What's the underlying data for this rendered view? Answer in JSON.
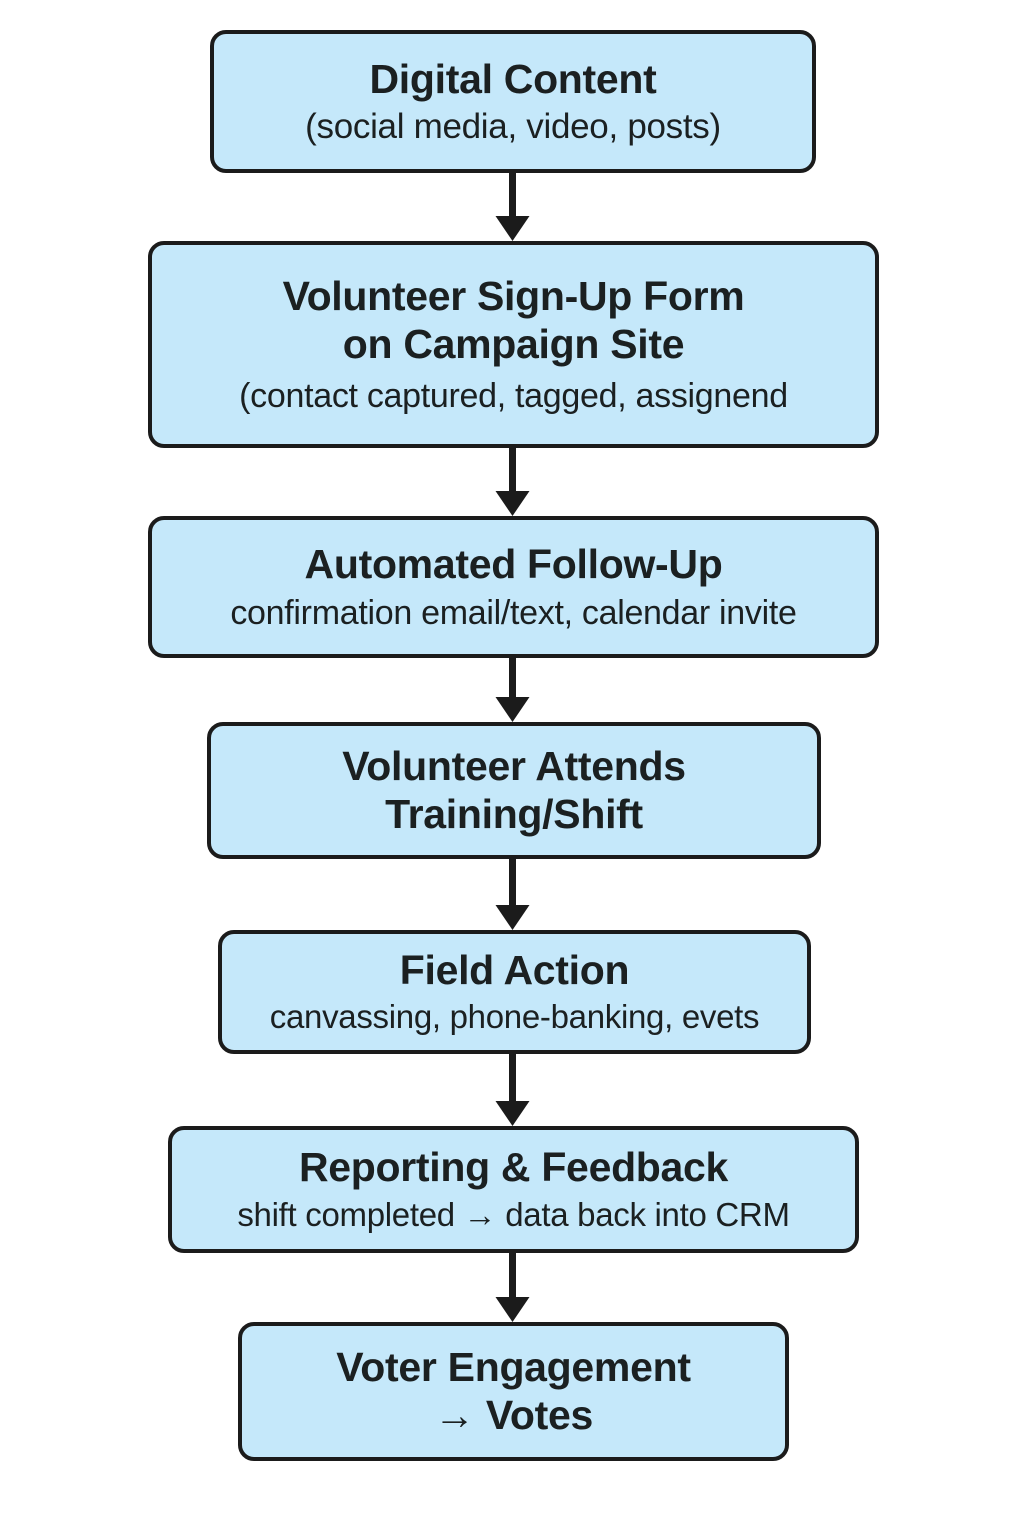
{
  "diagram": {
    "type": "flowchart",
    "orientation": "top-to-bottom",
    "colors": {
      "node_fill": "#c5e8fa",
      "node_border": "#1b1b1b",
      "text": "#1b2021",
      "connector": "#1b1b1b",
      "background": "#ffffff"
    },
    "nodes": [
      {
        "id": "digital-content",
        "title": "Digital Content",
        "subtitle": "(social media, video, posts)"
      },
      {
        "id": "volunteer-sign-up-form",
        "title": "Volunteer Sign-Up Form",
        "title_line2": "on Campaign  Site",
        "subtitle": "(contact captured, tagged, assignend"
      },
      {
        "id": "automated-follow-up",
        "title": "Automated Follow-Up",
        "subtitle": "confirmation email/text, calendar invite"
      },
      {
        "id": "volunteer-attends-training",
        "title": "Volunteer Attends",
        "title_line2": "Training/Shift"
      },
      {
        "id": "field-action",
        "title": "Field Action",
        "subtitle": "canvassing, phone-banking, evets"
      },
      {
        "id": "reporting-feedback",
        "title": "Reporting & Feedback",
        "subtitle": "shift completed → data back into CRM"
      },
      {
        "id": "voter-engagement",
        "title": "Voter Engagement",
        "title_line2": "→ Votes"
      }
    ],
    "connectors": [
      {
        "from": "digital-content",
        "to": "volunteer-sign-up-form",
        "style": "arrow-down"
      },
      {
        "from": "volunteer-sign-up-form",
        "to": "automated-follow-up",
        "style": "arrow-down"
      },
      {
        "from": "automated-follow-up",
        "to": "volunteer-attends-training",
        "style": "arrow-down"
      },
      {
        "from": "volunteer-attends-training",
        "to": "field-action",
        "style": "arrow-down"
      },
      {
        "from": "field-action",
        "to": "reporting-feedback",
        "style": "arrow-down"
      },
      {
        "from": "reporting-feedback",
        "to": "voter-engagement",
        "style": "arrow-down"
      }
    ]
  }
}
